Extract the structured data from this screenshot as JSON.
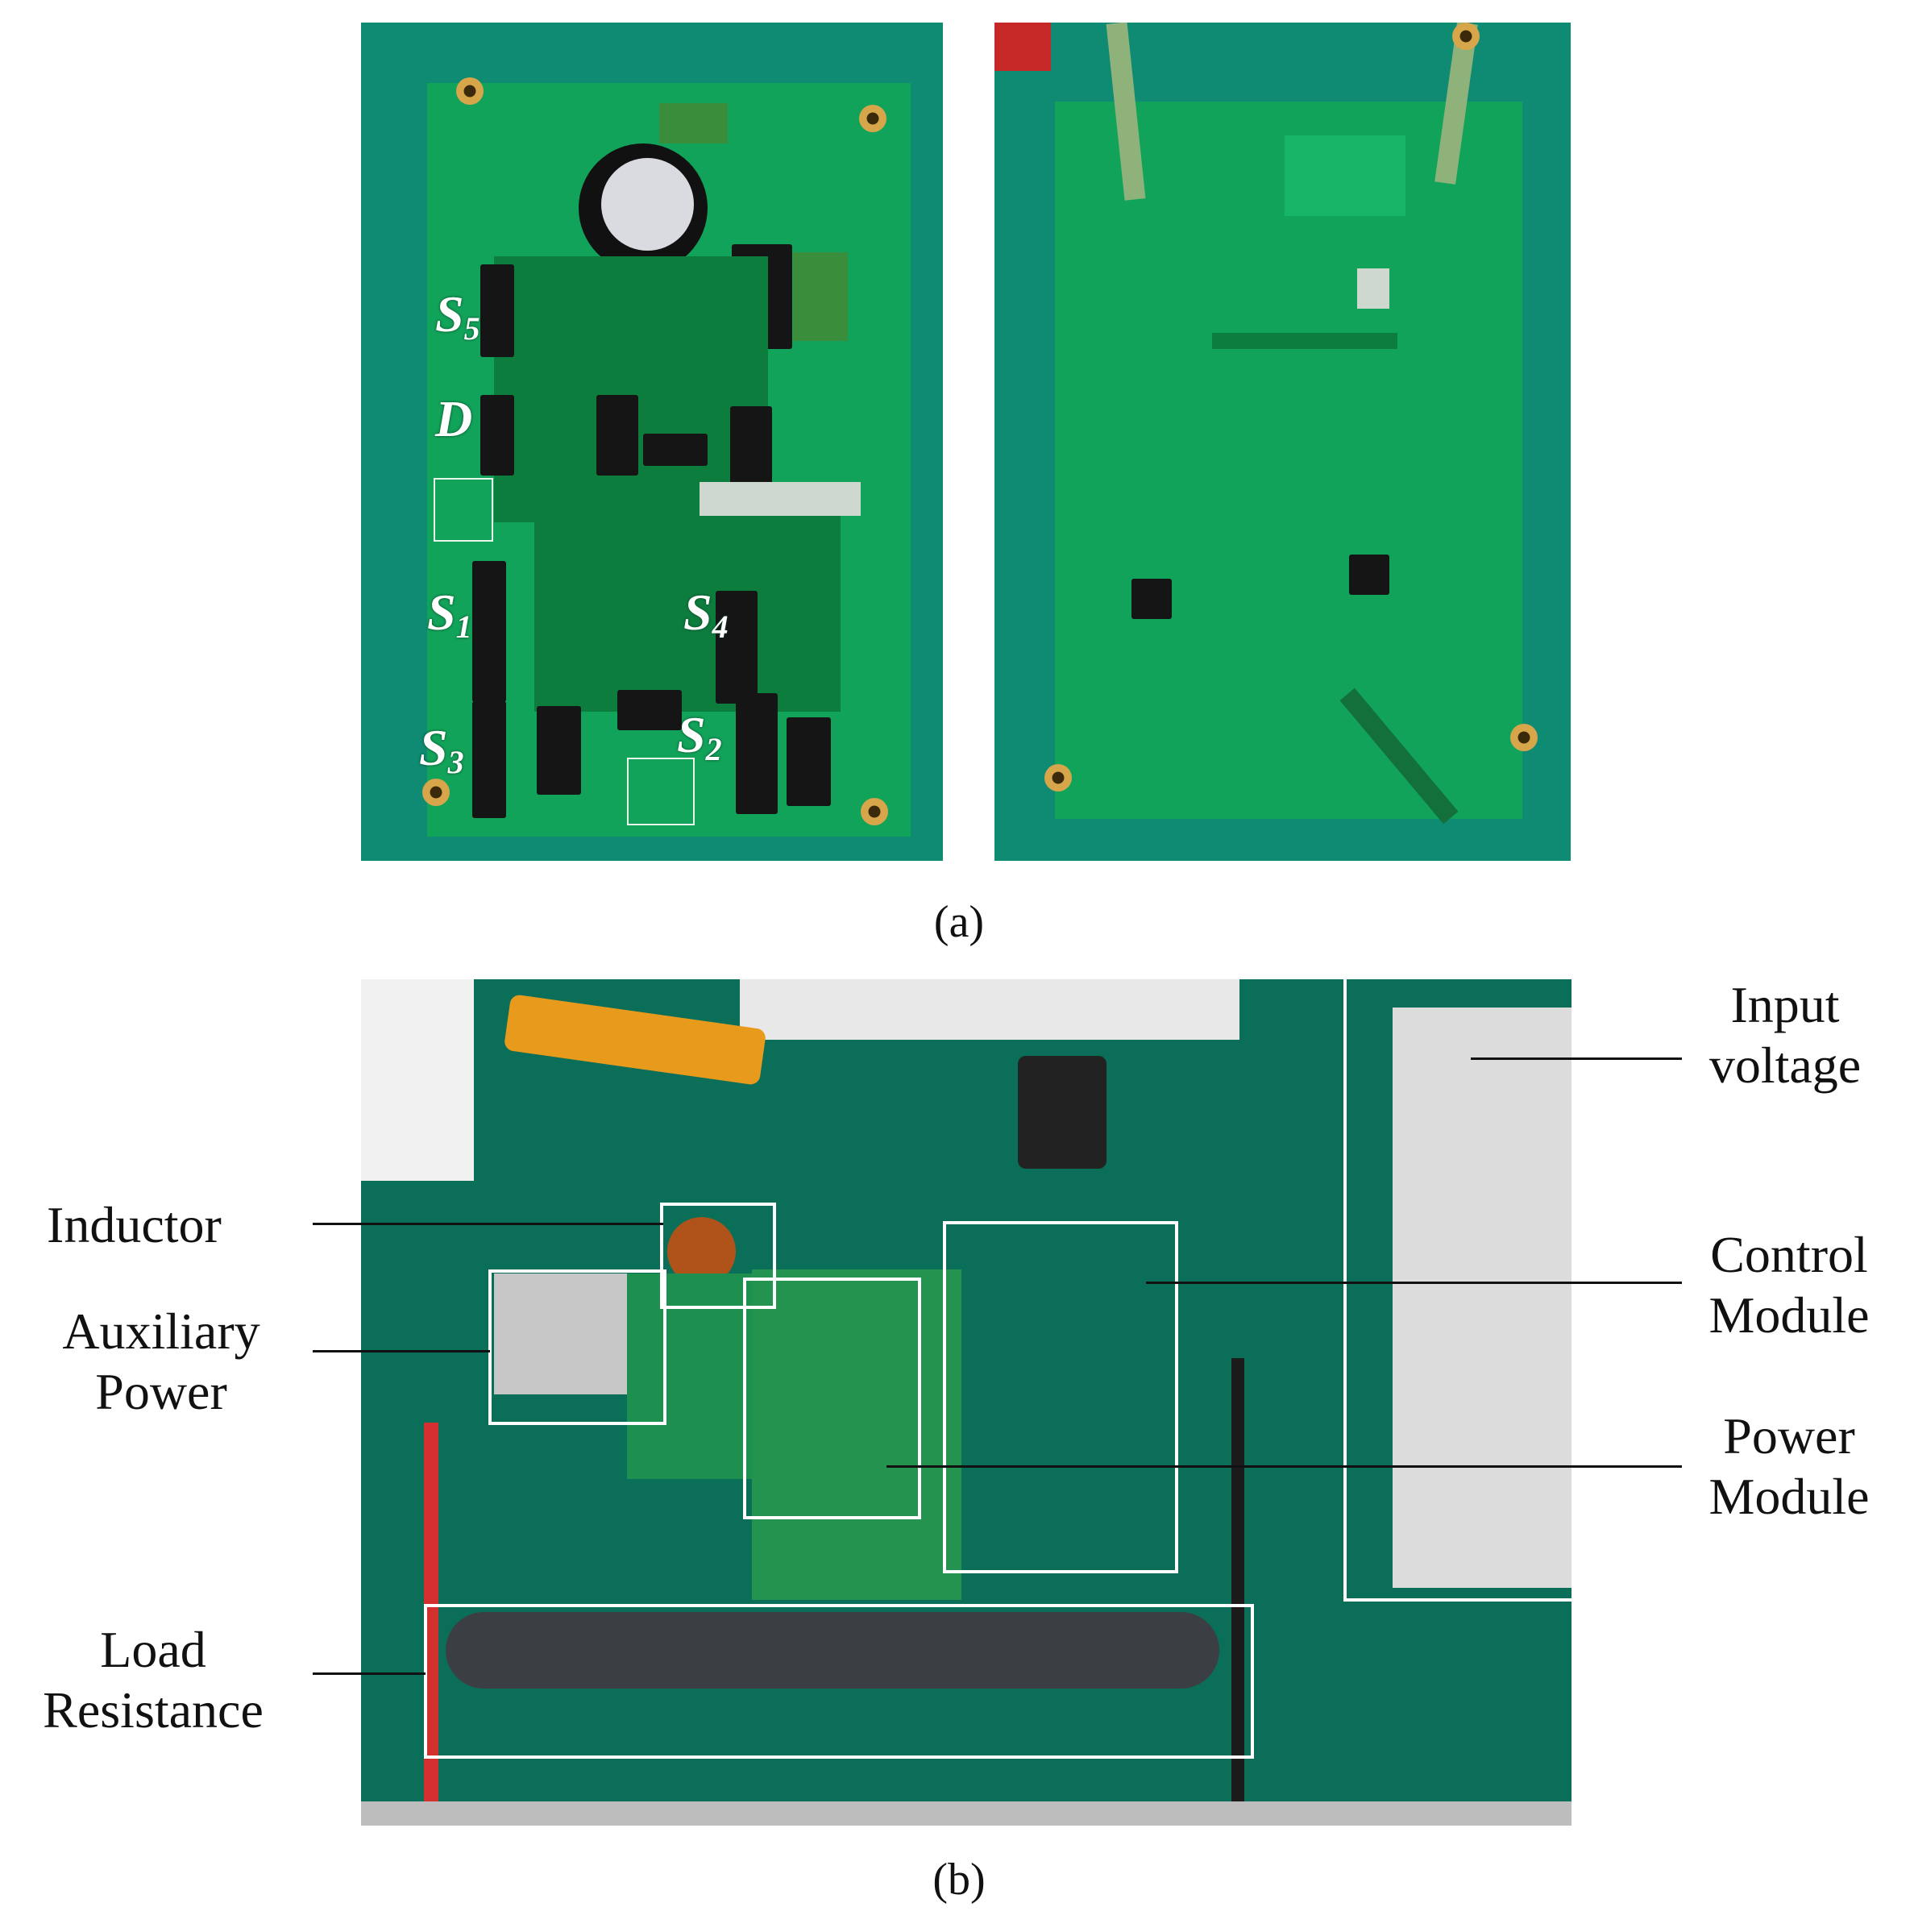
{
  "panel_a": {
    "caption": "(a)",
    "front_labels": {
      "s5": {
        "main": "S",
        "sub": "5"
      },
      "d": {
        "main": "D"
      },
      "s1": {
        "main": "S",
        "sub": "1"
      },
      "s4": {
        "main": "S",
        "sub": "4"
      },
      "s3": {
        "main": "S",
        "sub": "3"
      },
      "s2": {
        "main": "S",
        "sub": "2"
      }
    }
  },
  "panel_b": {
    "caption": "(b)",
    "callouts": {
      "inductor": "Inductor",
      "auxiliary_power": [
        "Auxiliary",
        "Power"
      ],
      "load_resistance": [
        "Load",
        "Resistance"
      ],
      "input_voltage": [
        "Input",
        "voltage"
      ],
      "control_module": [
        "Control",
        "Module"
      ],
      "power_module": [
        "Power",
        "Module"
      ]
    }
  },
  "colors": {
    "pcb_green": "#12a35a",
    "mat_green": "#0b6e58",
    "box_outline": "#ffffff"
  }
}
